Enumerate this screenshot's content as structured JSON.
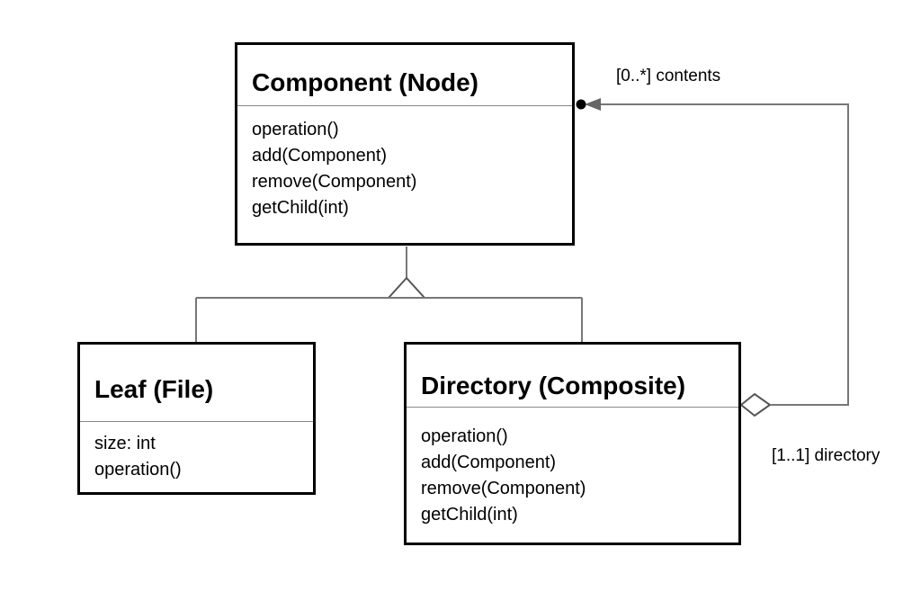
{
  "diagram": {
    "classes": {
      "component": {
        "name": "Component (Node)",
        "members": [
          "operation()",
          "add(Component)",
          "remove(Component)",
          "getChild(int)"
        ]
      },
      "leaf": {
        "name": "Leaf (File)",
        "members": [
          "size: int",
          "operation()"
        ]
      },
      "directory": {
        "name": "Directory (Composite)",
        "members": [
          "operation()",
          "add(Component)",
          "remove(Component)",
          "getChild(int)"
        ]
      }
    },
    "associations": {
      "contents_label": "[0..*] contents",
      "directory_label": "[1..1] directory"
    },
    "colors": {
      "box_border": "#000000",
      "connector": "#777777",
      "text": "#000000",
      "background": "#ffffff"
    }
  }
}
